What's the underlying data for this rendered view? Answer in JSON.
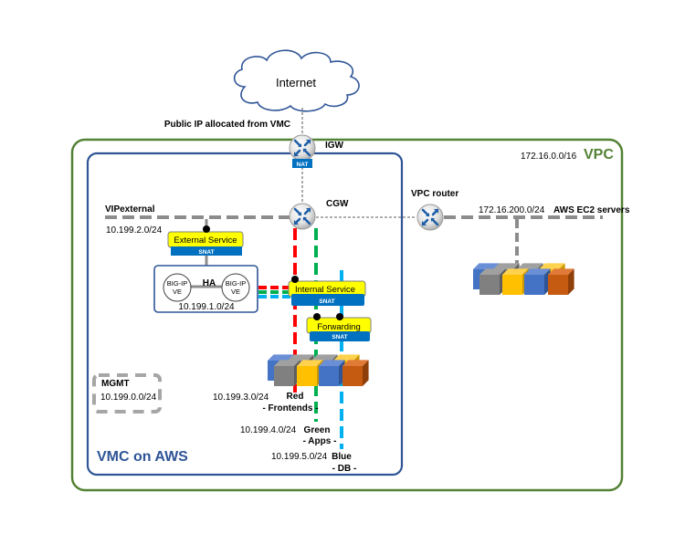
{
  "internet": {
    "label": "Internet"
  },
  "public_ip_label": "Public IP allocated from VMC",
  "vpc": {
    "title": "VPC",
    "cidr": "172.16.0.0/16",
    "color": "#548235"
  },
  "vmc": {
    "title": "VMC on AWS",
    "color": "#2f5597"
  },
  "routers": {
    "igw": {
      "label": "IGW",
      "badge": "NAT"
    },
    "cgw": {
      "label": "CGW"
    },
    "vpc_router": {
      "label": "VPC router"
    }
  },
  "networks": {
    "vip_external": {
      "name": "VIPexternal",
      "cidr": "10.199.2.0/24"
    },
    "ha": {
      "cidr": "10.199.1.0/24",
      "label": "HA"
    },
    "mgmt": {
      "name": "MGMT",
      "cidr": "10.199.0.0/24"
    },
    "red": {
      "cidr": "10.199.3.0/24",
      "name": "Red",
      "role": "- Frontends -",
      "color": "#ff0000"
    },
    "green": {
      "cidr": "10.199.4.0/24",
      "name": "Green",
      "role": "- Apps -",
      "color": "#00b050"
    },
    "blue": {
      "cidr": "10.199.5.0/24",
      "name": "Blue",
      "role": "- DB -",
      "color": "#00b0f0"
    },
    "ec2": {
      "cidr": "172.16.200.0/24",
      "name": "AWS EC2 servers"
    }
  },
  "services": {
    "external": {
      "label": "External Service",
      "badge": "SNAT"
    },
    "internal": {
      "label": "Internal Service",
      "badge": "SNAT"
    },
    "forwarding": {
      "label": "Forwarding",
      "badge": "SNAT"
    }
  },
  "bigip": {
    "line1": "BIG-IP",
    "line2": "VE"
  }
}
